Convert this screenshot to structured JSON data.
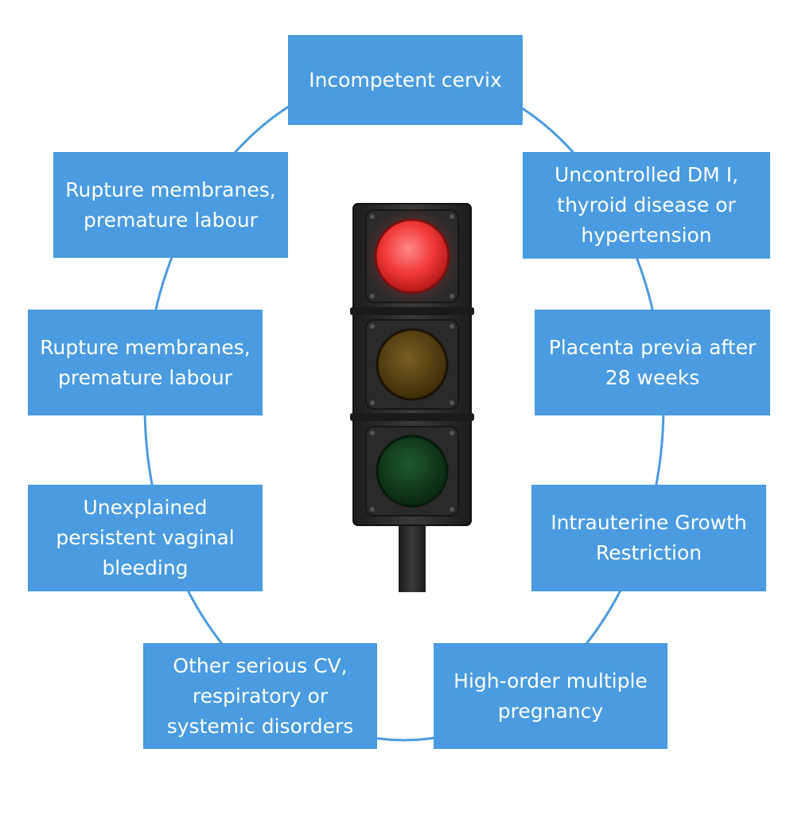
{
  "colors": {
    "box_fill": "#4a9be0",
    "box_text": "#ffffff",
    "ring": "#4a9be0",
    "light_red": "#ff3b3b",
    "light_amber": "#5a4412",
    "light_green": "#0f3d1c",
    "housing": "#2b2b2b"
  },
  "icons": [
    "traffic-light-icon"
  ],
  "boxes": [
    {
      "lines": [
        "Incompetent cervix"
      ]
    },
    {
      "lines": [
        "Uncontrolled DM I,",
        "thyroid disease or",
        "hypertension"
      ]
    },
    {
      "lines": [
        "Placenta previa after",
        "28 weeks"
      ]
    },
    {
      "lines": [
        "Intrauterine Growth",
        "Restriction"
      ]
    },
    {
      "lines": [
        "High-order multiple",
        "pregnancy"
      ]
    },
    {
      "lines": [
        "Other serious CV,",
        "respiratory or",
        "systemic disorders"
      ]
    },
    {
      "lines": [
        "Unexplained",
        "persistent vaginal",
        "bleeding"
      ]
    },
    {
      "lines": [
        "Rupture membranes,",
        "premature labour"
      ]
    },
    {
      "lines": [
        "Rupture membranes,",
        "premature labour"
      ]
    }
  ]
}
